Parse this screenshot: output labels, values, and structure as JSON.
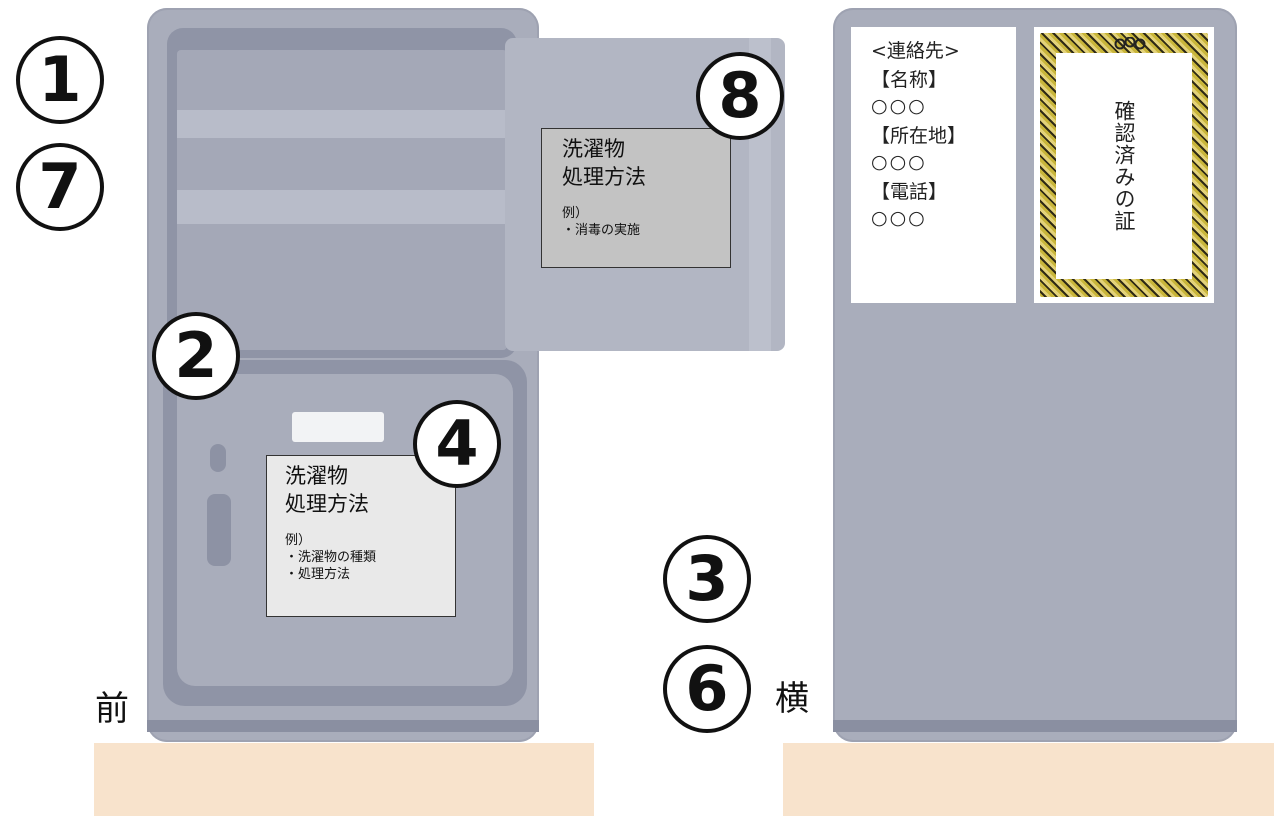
{
  "numbers": {
    "n1": "1",
    "n7": "7",
    "n2": "2",
    "n4": "4",
    "n8": "8",
    "n3": "3",
    "n6": "6"
  },
  "labels": {
    "front": "前",
    "side": "横"
  },
  "door_card": {
    "title_line1": "洗濯物",
    "title_line2": "処理方法",
    "example_label": "例）",
    "items": [
      "・消毒の実施"
    ]
  },
  "front_card": {
    "title_line1": "洗濯物",
    "title_line2": "処理方法",
    "example_label": "例）",
    "items": [
      "・洗濯物の種類",
      "・処理方法"
    ]
  },
  "contact": {
    "heading": "<連絡先>",
    "name_label": "【名称】",
    "name_value": "○○○",
    "address_label": "【所在地】",
    "address_value": "○○○",
    "phone_label": "【電話】",
    "phone_value": "○○○"
  },
  "certificate": {
    "text": "確認済みの証"
  },
  "colors": {
    "machine_body": "#a9adbb",
    "machine_panel": "#8f94a6",
    "door_card_bg": "#c3c3c3",
    "front_card_bg": "#e9e9e9",
    "floor": "#f8e3cc",
    "certificate_frame": "#c8b53a"
  }
}
